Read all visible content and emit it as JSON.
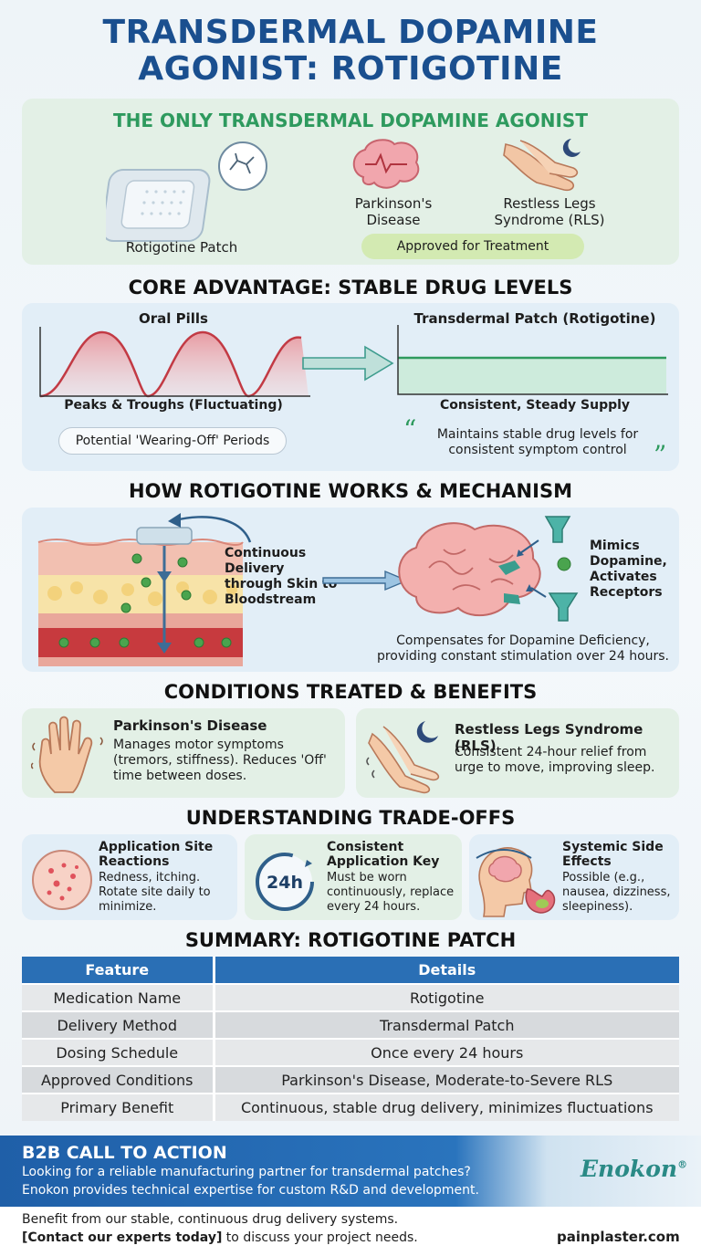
{
  "title_line1": "TRANSDERMAL DOPAMINE",
  "title_line2": "AGONIST: ROTIGOTINE",
  "intro": {
    "heading": "THE ONLY TRANSDERMAL DOPAMINE AGONIST",
    "patch_label": "Rotigotine Patch",
    "pd_label": "Parkinson's Disease",
    "rls_label": "Restless Legs Syndrome (RLS)",
    "approved": "Approved for Treatment"
  },
  "advantage": {
    "heading": "CORE ADVANTAGE: STABLE DRUG LEVELS",
    "oral_title": "Oral Pills",
    "oral_caption": "Peaks & Troughs (Fluctuating)",
    "oral_note": "Potential 'Wearing-Off' Periods",
    "patch_title": "Transdermal Patch (Rotigotine)",
    "patch_caption": "Consistent, Steady Supply",
    "patch_quote": "Maintains stable drug levels for consistent symptom control"
  },
  "mechanism": {
    "heading": "HOW ROTIGOTINE WORKS & MECHANISM",
    "delivery": "Continuous Delivery through Skin to Bloodstream",
    "mimics": "Mimics Dopamine, Activates Receptors",
    "compensates": "Compensates for Dopamine Deficiency, providing constant stimulation over 24 hours."
  },
  "conditions": {
    "heading": "CONDITIONS TREATED & BENEFITS",
    "pd_title": "Parkinson's Disease",
    "pd_text": "Manages motor symptoms (tremors, stiffness). Reduces 'Off' time between doses.",
    "rls_title": "Restless Legs Syndrome (RLS)",
    "rls_text": "Consistent 24-hour relief from urge to move, improving sleep."
  },
  "tradeoffs": {
    "heading": "UNDERSTANDING TRADE-OFFS",
    "site_title": "Application Site Reactions",
    "site_text": "Redness, itching. Rotate site daily to minimize.",
    "key_title": "Consistent Application Key",
    "key_text": "Must be worn continuously, replace every 24 hours.",
    "clock_label": "24h",
    "sys_title": "Systemic Side Effects",
    "sys_text": "Possible (e.g., nausea, dizziness, sleepiness)."
  },
  "summary": {
    "heading": "SUMMARY: ROTIGOTINE PATCH",
    "col_feature": "Feature",
    "col_details": "Details",
    "rows": [
      {
        "feature": "Medication Name",
        "details": "Rotigotine"
      },
      {
        "feature": "Delivery Method",
        "details": "Transdermal Patch"
      },
      {
        "feature": "Dosing Schedule",
        "details": "Once every 24 hours"
      },
      {
        "feature": "Approved Conditions",
        "details": "Parkinson's Disease, Moderate-to-Severe RLS"
      },
      {
        "feature": "Primary Benefit",
        "details": "Continuous, stable drug delivery, minimizes fluctuations"
      }
    ]
  },
  "cta": {
    "heading": "B2B CALL TO ACTION",
    "line1": "Looking for a reliable manufacturing partner for transdermal patches?",
    "line2": "Enokon provides technical expertise for custom R&D and development.",
    "brand": "Enokon",
    "reg": "®",
    "footer1": "Benefit from our stable, continuous drug delivery systems.",
    "footer_link": "[Contact our experts today]",
    "footer2": " to discuss your project needs.",
    "site": "painplaster.com"
  },
  "colors": {
    "title_blue": "#1a4f8f",
    "accent_green": "#2e9a5e",
    "panel_blue": "#e2eef7",
    "panel_green": "#e4f1e7",
    "table_header": "#2a6fb5",
    "cta_blue": "#1f5fa8"
  }
}
